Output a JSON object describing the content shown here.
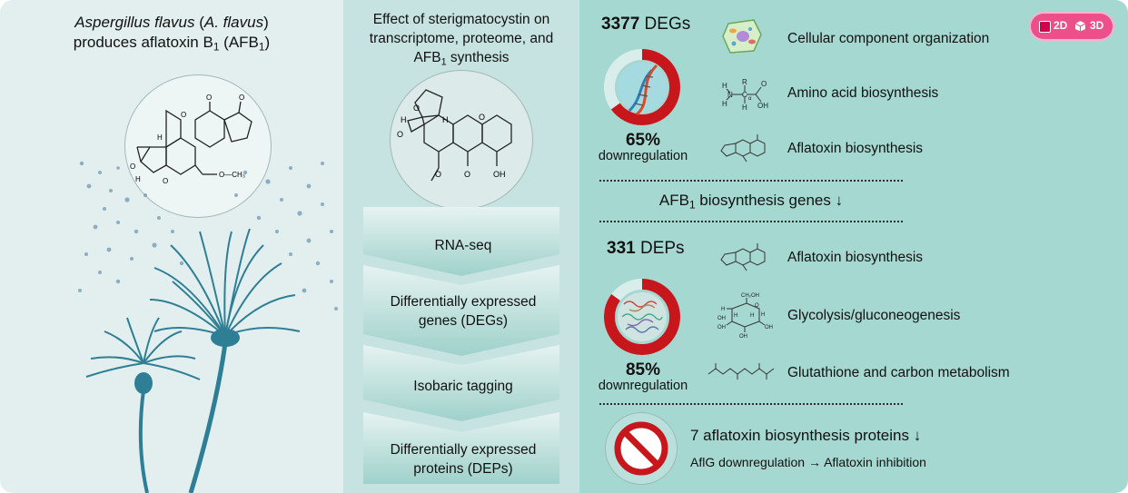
{
  "left_panel": {
    "title_italic": "Aspergillus flavus",
    "title_paren_open": " (",
    "title_italic_abbrev": "A. flavus",
    "title_paren_close": ")",
    "title_line2_pre": "produces aflatoxin B",
    "title_sub": "1",
    "title_mid": " (AFB",
    "title_sub2": "1",
    "title_end": ")",
    "molecule_labels": {
      "o1": "O",
      "o2": "O",
      "o3": "O",
      "o4": "O",
      "o5": "O",
      "h1": "H",
      "h2": "H",
      "och3": "O—CH₃"
    }
  },
  "middle_panel": {
    "title_line1": "Effect of sterigmatocystin on",
    "title_line2": "transcriptome, proteome, and",
    "title_line3_pre": "AFB",
    "title_line3_sub": "1",
    "title_line3_post": " synthesis",
    "molecule_labels": {
      "h1": "H",
      "h2": "H",
      "o1": "O",
      "o2": "O",
      "o3": "O",
      "o4": "O",
      "oh": "OH",
      "ome": "O"
    },
    "steps": [
      "RNA-seq",
      "Differentially expressed genes (DEGs)",
      "Isobaric tagging",
      "Differentially expressed proteins (DEPs)"
    ],
    "step_lines": [
      [
        "RNA-seq"
      ],
      [
        "Differentially expressed",
        "genes (DEGs)"
      ],
      [
        "Isobaric tagging"
      ],
      [
        "Differentially expressed",
        "proteins (DEPs)"
      ]
    ]
  },
  "right_panel": {
    "degs": {
      "count": "3377",
      "label": " DEGs",
      "percent": "65%",
      "percent_value": 65,
      "caption": "downregulation"
    },
    "deg_items": [
      "Cellular component organization",
      "Amino acid biosynthesis",
      "Aflatoxin biosynthesis"
    ],
    "afb_line_pre": "AFB",
    "afb_line_sub": "1",
    "afb_line_post": " biosynthesis genes ↓",
    "deps": {
      "count": "331",
      "label": " DEPs",
      "percent": "85%",
      "percent_value": 85,
      "caption": "downregulation"
    },
    "dep_items": [
      "Aflatoxin biosynthesis",
      "Glycolysis/gluconeogenesis",
      "Glutathione and carbon metabolism"
    ],
    "bottom_title": "7 aflatoxin biosynthesis proteins ↓",
    "bottom_sub": "AflG downregulation → Aflatoxin inhibition",
    "amino_labels": {
      "n": "N",
      "h1": "H",
      "h2": "H",
      "r": "R",
      "c": "C",
      "o": "O",
      "oh": "OH",
      "h3": "H",
      "alpha": "α"
    },
    "sugar_labels": {
      "ch2oh": "CH₂OH",
      "o": "O",
      "h1": "H",
      "h2": "H",
      "h3": "H",
      "h4": "H",
      "oh1": "OH",
      "oh2": "OH",
      "oh3": "OH",
      "oh4": "OH"
    }
  },
  "toggle": {
    "option_2d": "2D",
    "option_3d": "3D"
  },
  "colors": {
    "accent_red": "#c8161d",
    "ring_track": "#d9eeeb",
    "toggle_pink": "#ec4f8a",
    "fungus_teal": "#2e7f95"
  }
}
